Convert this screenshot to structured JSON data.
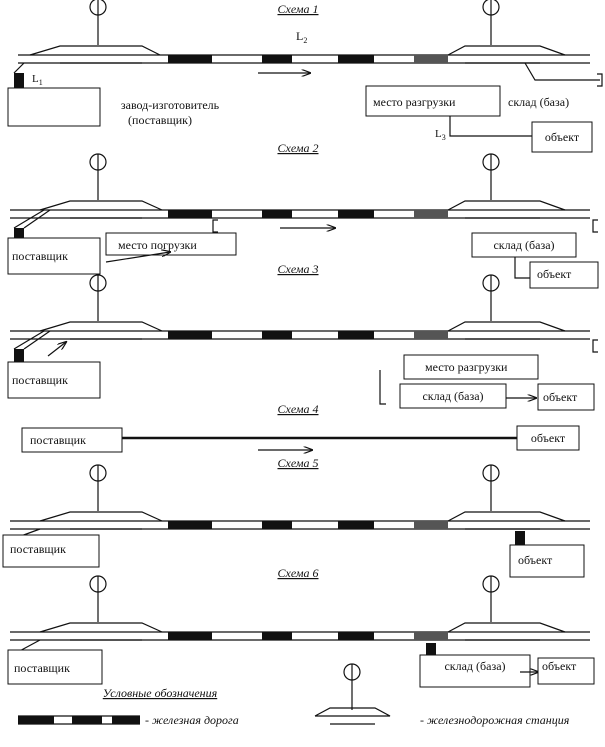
{
  "schemes": [
    {
      "title": "Схема 1",
      "L2": "L",
      "L2sub": "2",
      "L1": "L",
      "L1sub": "1",
      "L3": "L",
      "L3sub": "3",
      "factory_line1": "завод-изготовитель",
      "factory_line2": "(поставщик)",
      "unload": "место разгрузки",
      "warehouse": "склад (база)",
      "object": "объект"
    },
    {
      "title": "Схема 2",
      "supplier": "поставщик",
      "loading": "место погрузки",
      "warehouse": "склад (база)",
      "object": "объект"
    },
    {
      "title": "Схема 3",
      "supplier": "поставщик",
      "unload": "место разгрузки",
      "warehouse": "склад (база)",
      "object": "объект"
    },
    {
      "title": "Схема 4",
      "supplier": "поставщик",
      "object": "объект"
    },
    {
      "title": "Схема 5",
      "supplier": "поставщик",
      "object": "объект"
    },
    {
      "title": "Схема 6",
      "supplier": "поставщик",
      "warehouse": "склад (база)",
      "object": "объект"
    }
  ],
  "legend": {
    "title": "Условные обозначения",
    "railway": "- железная дорога",
    "station": "- железнодорожная станция"
  }
}
